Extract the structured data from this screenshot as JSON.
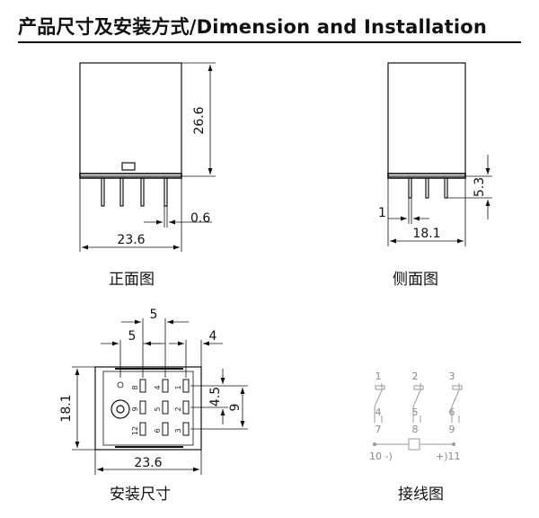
{
  "header": {
    "title": "产品尺寸及安装方式/Dimension and  Installation"
  },
  "front_view": {
    "caption": "正面图",
    "height_label": "26.6",
    "pin_label": "0.6",
    "width_label": "23.6"
  },
  "side_view": {
    "caption": "侧面图",
    "pin_length_label": "5.3",
    "pin_offset_label": "1",
    "width_label": "18.1"
  },
  "mounting_view": {
    "caption": "安装尺寸",
    "top_pitch_label": "5",
    "second_pitch_label": "5",
    "edge_label": "4",
    "height_label": "18.1",
    "row_pitch_label": "4.5",
    "rows_span_label": "9",
    "width_label": "23.6",
    "pin_marks": [
      "8",
      "4",
      "1",
      "9",
      "5",
      "2",
      "12",
      "6",
      "3"
    ]
  },
  "wiring_view": {
    "caption": "接线图",
    "pins_top": [
      "1",
      "2",
      "3"
    ],
    "pins_mid": [
      "4",
      "5",
      "6"
    ],
    "pins_bottom": [
      "7",
      "8",
      "9"
    ],
    "coil_left": "10 -)",
    "coil_right": "+)11"
  }
}
